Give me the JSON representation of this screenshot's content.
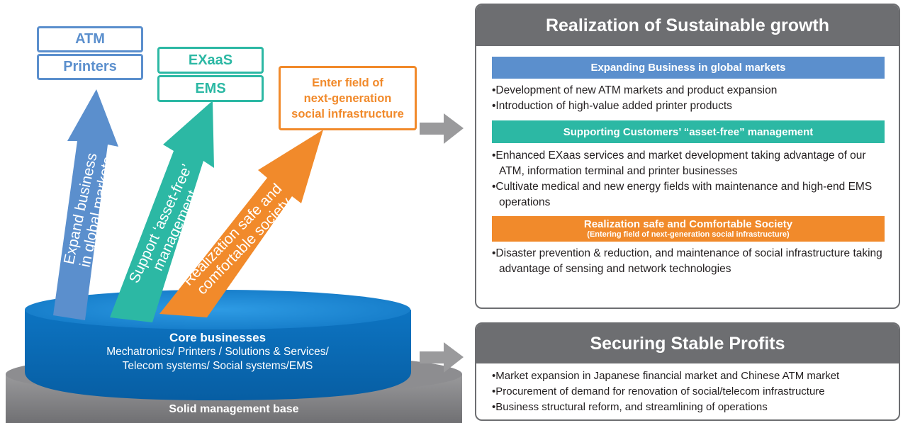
{
  "goals": {
    "blue_top": "ATM",
    "blue_bottom": "Printers",
    "teal_top": "EXaaS",
    "teal_bottom": "EMS",
    "orange_lines": [
      "Enter field of",
      "next-generation",
      "social infrastructure"
    ]
  },
  "arrows": {
    "blue_lines": [
      "Expand business",
      "in global markets"
    ],
    "teal_lines": [
      "Support ‘asset-free’",
      "management"
    ],
    "orange_lines": [
      "Realization safe and",
      "comfortable society"
    ]
  },
  "base": {
    "core_title": "Core businesses",
    "core_line1": "Mechatronics/ Printers / Solutions & Services/",
    "core_line2": "Telecom systems/ Social systems/EMS",
    "foundation": "Solid management base"
  },
  "growth_panel": {
    "title": "Realization of Sustainable growth",
    "sections": [
      {
        "heading": "Expanding Business in global markets",
        "bullets": [
          "•Development of new ATM markets and product expansion",
          "•Introduction of high-value added printer products"
        ]
      },
      {
        "heading": "Supporting Customers’ “asset-free” management",
        "bullets": [
          "•Enhanced EXaas services and market development taking advantage of our ATM, information terminal and printer businesses",
          "•Cultivate medical and new energy fields with maintenance and high-end EMS operations"
        ]
      },
      {
        "heading": "Realization safe and Comfortable Society",
        "subheading": "(Entering field of next-generation social infrastructure)",
        "bullets": [
          "•Disaster prevention & reduction, and maintenance of social infrastructure taking advantage of sensing and network technologies"
        ]
      }
    ]
  },
  "profits_panel": {
    "title": "Securing Stable Profits",
    "bullets": [
      "•Market expansion in Japanese financial market and Chinese ATM market",
      "•Procurement of demand for renovation of social/telecom infrastructure",
      "•Business structural reform, and streamlining of operations"
    ]
  },
  "colors": {
    "blue": "#5b8fcd",
    "teal": "#2cb8a4",
    "orange": "#f18a2b",
    "core_blue": "#0a6cb8",
    "gray": "#6d6e71"
  }
}
